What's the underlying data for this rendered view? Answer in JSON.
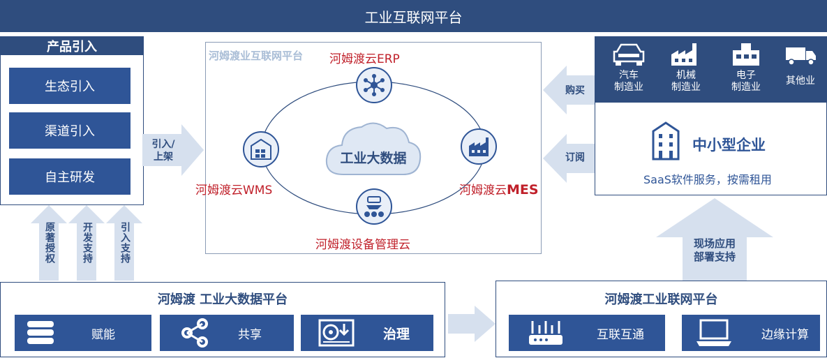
{
  "header": {
    "title": "工业互联网平台"
  },
  "product": {
    "title": "产品引入",
    "items": [
      "生态引入",
      "渠道引入",
      "自主研发"
    ]
  },
  "arrows": {
    "import": "引入/\n上架",
    "buy": "购买",
    "subscribe": "订阅",
    "deploy": "现场应用\n部署支持",
    "up": [
      "原著授权",
      "开发支持",
      "引入支持"
    ]
  },
  "center": {
    "title": "河姆渡业互联网平台",
    "core": "工业大数据",
    "erp": "河姆渡云ERP",
    "wms": "河姆渡云WMS",
    "mes_prefix": "河姆渡云",
    "mes_suffix": "MES",
    "equip": "河姆渡设备管理云"
  },
  "enterprise": {
    "industries": [
      {
        "icon": "car-icon",
        "label": "汽车\n制造业"
      },
      {
        "icon": "factory-icon",
        "label": "机械\n制造业"
      },
      {
        "icon": "electronics-icon",
        "label": "电子\n制造业"
      },
      {
        "icon": "truck-icon",
        "label": "其他业"
      }
    ],
    "name": "中小型企业",
    "saas": "SaaS软件服务，按需租用"
  },
  "bigdata": {
    "title": "河姆渡 工业大数据平台",
    "items": [
      {
        "icon": "database-icon",
        "label": "赋能"
      },
      {
        "icon": "share-icon",
        "label": "共享"
      },
      {
        "icon": "disk-download-icon",
        "label": "治理"
      }
    ]
  },
  "iot": {
    "title": "河姆渡工业联网平台",
    "items": [
      {
        "icon": "router-icon",
        "label": "互联互通"
      },
      {
        "icon": "laptop-icon",
        "label": "边缘计算"
      }
    ]
  },
  "colors": {
    "navy": "#2f4d7e",
    "box": "#2f5597",
    "arrow": "#d6e0ee",
    "red": "#c0202a"
  }
}
